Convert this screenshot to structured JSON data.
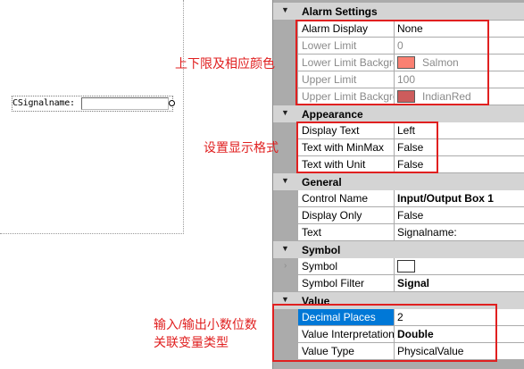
{
  "canvas": {
    "io_box_label": "CSignalname:"
  },
  "property_grid": {
    "categories": [
      {
        "label": "Alarm Settings",
        "rows": [
          {
            "name": "Alarm Display",
            "value": "None"
          },
          {
            "name": "Lower Limit",
            "value": "0"
          },
          {
            "name": "Lower Limit Background Color",
            "value": "Salmon",
            "swatch": "#fa8072"
          },
          {
            "name": "Upper Limit",
            "value": "100"
          },
          {
            "name": "Upper Limit Background Color",
            "value": "IndianRed",
            "swatch": "#cd5c5c"
          }
        ]
      },
      {
        "label": "Appearance",
        "rows": [
          {
            "name": "Display Text",
            "value": "Left"
          },
          {
            "name": "Text with MinMax",
            "value": "False"
          },
          {
            "name": "Text with Unit",
            "value": "False"
          }
        ]
      },
      {
        "label": "General",
        "rows": [
          {
            "name": "Control Name",
            "value": "Input/Output Box 1"
          },
          {
            "name": "Display Only",
            "value": "False"
          },
          {
            "name": "Text",
            "value": "Signalname:"
          }
        ]
      },
      {
        "label": "Symbol",
        "rows": [
          {
            "name": "Symbol",
            "value": ""
          },
          {
            "name": "Symbol Filter",
            "value": "Signal"
          }
        ]
      },
      {
        "label": "Value",
        "rows": [
          {
            "name": "Decimal Places",
            "value": "2"
          },
          {
            "name": "Value Interpretation",
            "value": "Double"
          },
          {
            "name": "Value Type",
            "value": "PhysicalValue"
          }
        ]
      }
    ]
  },
  "annotations": {
    "limits_colors": "上下限及相应颜色",
    "display_format": "设置显示格式",
    "io_decimals_line1": "输入/输出小数位数",
    "io_decimals_line2": "关联变量类型"
  },
  "colors": {
    "annotation_red": "#e02020",
    "selection_blue": "#0078d7",
    "grid_background": "#ababab",
    "category_header": "#d4d4d4"
  }
}
